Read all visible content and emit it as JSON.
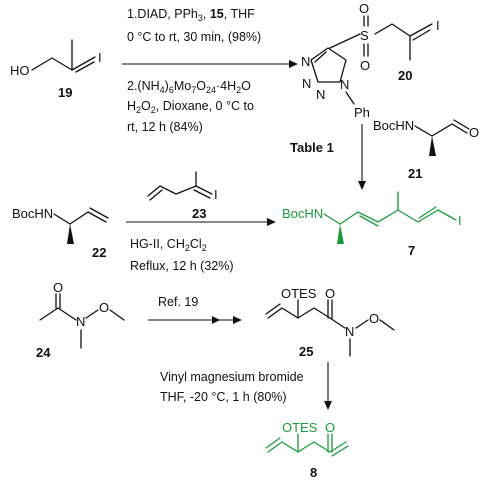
{
  "compounds": {
    "c19": {
      "label": "19",
      "ho": "HO",
      "i": "I"
    },
    "c20": {
      "label": "20",
      "s": "S",
      "o": "O",
      "n": "N",
      "ph": "Ph",
      "i": "I"
    },
    "c21": {
      "label": "21",
      "boc": "BocHN",
      "o": "O"
    },
    "c22": {
      "label": "22",
      "boc": "BocHN"
    },
    "c23": {
      "label": "23",
      "i": "I"
    },
    "c7": {
      "label": "7",
      "boc": "BocHN",
      "i": "I"
    },
    "c24": {
      "label": "24",
      "o": "O",
      "n": "N"
    },
    "c25": {
      "label": "25",
      "otes": "OTES",
      "o": "O",
      "n": "N"
    },
    "c8": {
      "label": "8",
      "otes": "OTES",
      "o": "O"
    }
  },
  "steps": {
    "s1_line1_pre": "1.DIAD, PPh",
    "s1_line1_sub": "3",
    "s1_line1_post": ", ",
    "s1_line1_bold": "15",
    "s1_line1_end": ", THF",
    "s1_line2": "0 °C to rt, 30 min, (98%)",
    "s2_line1": "2.(NH",
    "s2_sub1": "4",
    "s2_mid1": ")",
    "s2_sub2": "6",
    "s2_mid2": "Mo",
    "s2_sub3": "7",
    "s2_mid3": "O",
    "s2_sub4": "24",
    "s2_mid4": "·4H",
    "s2_sub5": "2",
    "s2_mid5": "O",
    "s2_line2_a": "H",
    "s2_line2_sub1": "2",
    "s2_line2_b": "O",
    "s2_line2_sub2": "2",
    "s2_line2_c": ", Dioxane, 0 °C to",
    "s2_line3": "rt, 12 h (84%)",
    "table": "Table 1",
    "hg_a": "HG-II, CH",
    "hg_sub1": "2",
    "hg_b": "Cl",
    "hg_sub2": "2",
    "reflux": "Reflux, 12 h (32%)",
    "ref": "Ref. 19",
    "vinyl1": "Vinyl magnesium bromide",
    "vinyl2": "THF, -20 °C, 1 h (80%)"
  }
}
